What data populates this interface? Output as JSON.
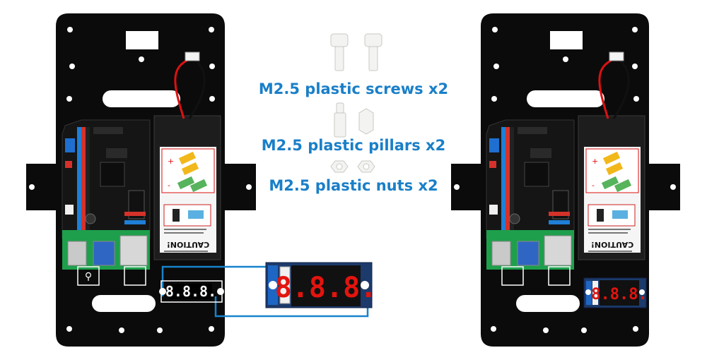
{
  "captions": {
    "screws": "M2.5 plastic screws x2",
    "pillars": "M2.5 plastic pillars x2",
    "nuts": "M2.5 plastic nuts x2"
  },
  "display": {
    "readout": "8.8.8."
  },
  "battery_label": {
    "caution": "CAUTION!"
  },
  "colors": {
    "caption_blue": "#1a7fc8",
    "plate": "#0b0b0b",
    "pcb": "#141414",
    "wire": "#1683cc",
    "led": "#e3140e"
  }
}
